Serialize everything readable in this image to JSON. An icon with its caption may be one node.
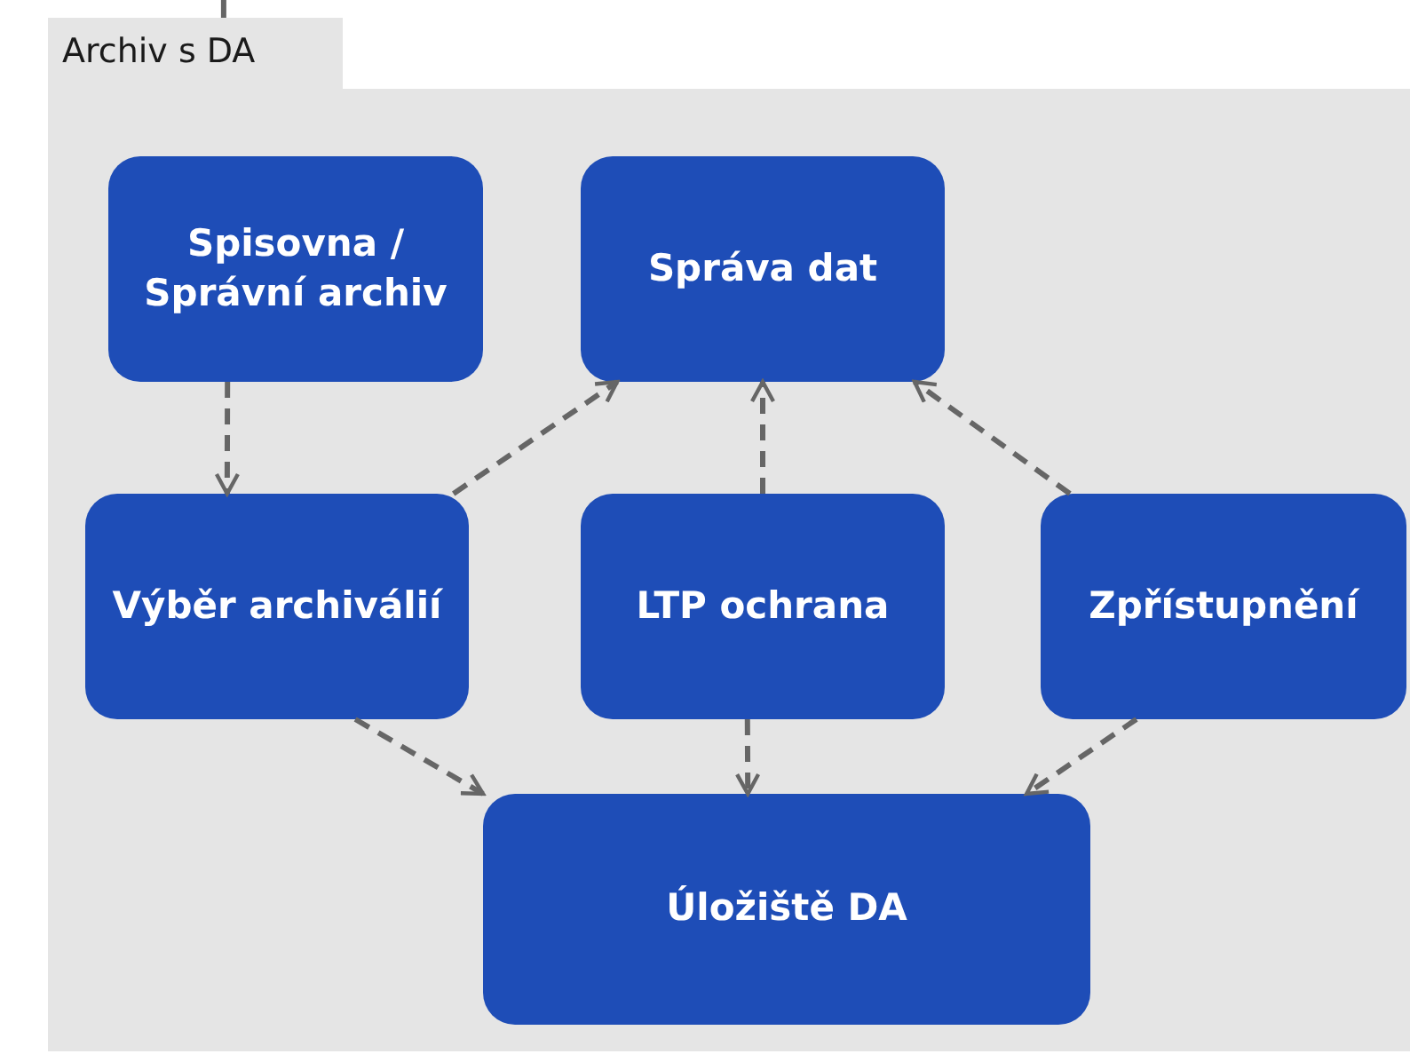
{
  "diagram": {
    "nodes": [
      {
        "text": [
          "Archiv s DA"
        ]
      },
      {
        "text": [
          "Spisovna / Správní archiv"
        ],
        "in": 0
      },
      {
        "text": [
          "Správa dat"
        ],
        "in": 0
      },
      {
        "text": [
          "Výběr archiválií"
        ],
        "in": 0
      },
      {
        "text": [
          "LTP ochrana"
        ],
        "in": 0
      },
      {
        "text": [
          "Zpřístupnění"
        ],
        "in": 0
      },
      {
        "text": [
          "Úložiště DA"
        ],
        "in": 0
      }
    ],
    "edges": [
      {
        "from": null,
        "to": 0,
        "arrow": "none"
      },
      {
        "from": 1,
        "to": 3,
        "arrow": "to",
        "style": "dashed"
      },
      {
        "from": 3,
        "to": 2,
        "arrow": "to",
        "style": "dashed"
      },
      {
        "from": 4,
        "to": 2,
        "arrow": "to",
        "style": "dashed"
      },
      {
        "from": 5,
        "to": 2,
        "arrow": "to",
        "style": "dashed"
      },
      {
        "from": 3,
        "to": 6,
        "arrow": "to",
        "style": "dashed"
      },
      {
        "from": 4,
        "to": 6,
        "arrow": "to",
        "style": "dashed"
      },
      {
        "from": 5,
        "to": 6,
        "arrow": "to",
        "style": "dashed"
      }
    ]
  }
}
